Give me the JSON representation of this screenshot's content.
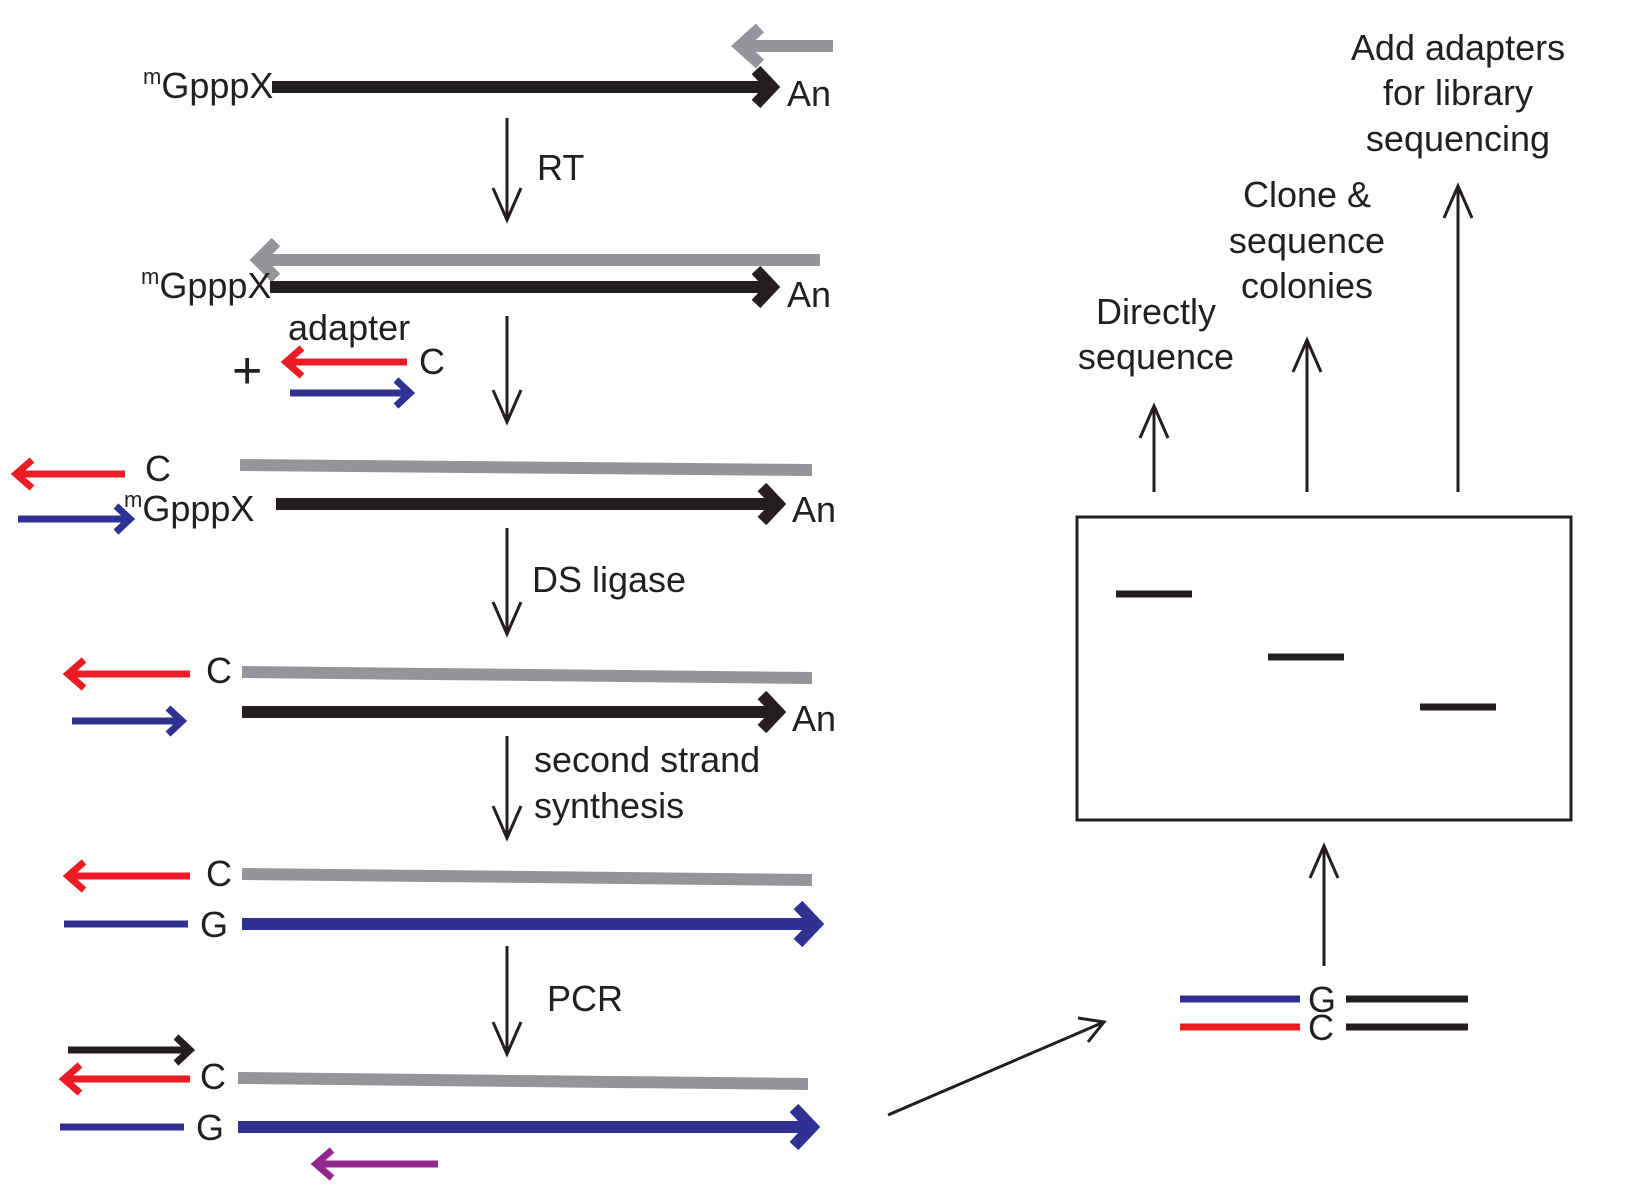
{
  "colors": {
    "black": "#231f20",
    "gray": "#939598",
    "red": "#ed1c24",
    "blue": "#2e3192",
    "purple": "#92278f"
  },
  "labels": {
    "cap_superscript": "m",
    "cap": "GpppX",
    "polyA": "An",
    "adapter": "adapter",
    "plus": "+",
    "base_c": "C",
    "base_g": "G"
  },
  "steps": {
    "rt": "RT",
    "ds_ligase": "DS ligase",
    "second_strand_line1": "second strand",
    "second_strand_line2": "synthesis",
    "pcr": "PCR"
  },
  "outputs": {
    "direct_line1": "Directly",
    "direct_line2": "sequence",
    "clone_line1": "Clone &",
    "clone_line2": "sequence",
    "clone_line3": "colonies",
    "library_line1": "Add adapters",
    "library_line2": "for library",
    "library_line3": "sequencing"
  }
}
